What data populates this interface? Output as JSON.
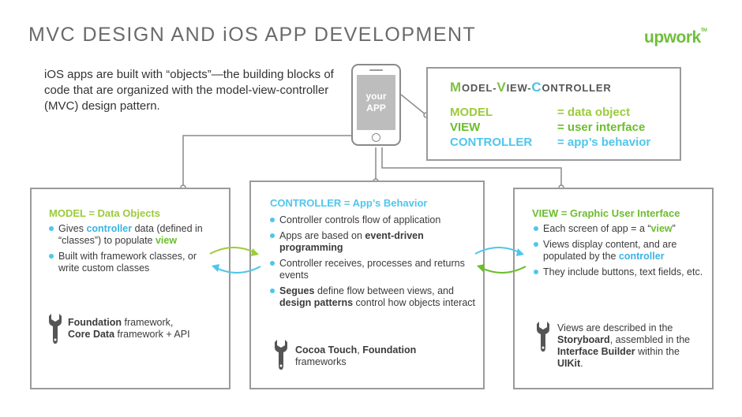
{
  "header": {
    "title": "MVC DESIGN AND iOS APP DEVELOPMENT",
    "logo": "upwork",
    "logo_tm": "TM"
  },
  "intro": "iOS apps are built with “objects”—the building blocks of code that are organized with the model-view-controller (MVC) design pattern.",
  "phone": {
    "line1": "your",
    "line2": "APP"
  },
  "mvc": {
    "title": {
      "m1": "M",
      "m2": "ODEL-",
      "v1": "V",
      "v2": "IEW-",
      "c1": "C",
      "c2": "ONTROLLER"
    },
    "rows": [
      {
        "key": "MODEL",
        "value": "= data object"
      },
      {
        "key": "VIEW",
        "value": "= user interface"
      },
      {
        "key": "CONTROLLER",
        "value": "= app’s behavior"
      }
    ]
  },
  "model_box": {
    "title": "MODEL = Data Objects",
    "b1": {
      "t1": "Gives ",
      "h1": "controller",
      "t2": " data (defined in “classes”) to populate ",
      "h2": "view"
    },
    "b2": "Built with framework classes, or write custom classes",
    "tool": {
      "b1": "Foundation",
      "t1": " framework,",
      "b2": "Core Data",
      "t2": " framework + API"
    }
  },
  "controller_box": {
    "title": "CONTROLLER = App’s Behavior",
    "b1": "Controller controls flow of application",
    "b2": {
      "t1": "Apps are based on ",
      "b1": "event-driven programming"
    },
    "b3": "Controller receives, processes and returns events",
    "b4": {
      "b1": "Segues",
      "t1": " define flow between views, and ",
      "b2": "design patterns",
      "t2": " control how objects interact"
    },
    "tool": {
      "b1": "Cocoa Touch",
      "t1": ", ",
      "b2": "Foundation",
      "t2": " frameworks"
    }
  },
  "view_box": {
    "title": "VIEW = Graphic User Interface",
    "b1": {
      "t1": "Each screen of app = a “",
      "h1": "view",
      "t2": "”"
    },
    "b2": {
      "t1": "Views display content, and are populated by the ",
      "h1": "controller"
    },
    "b3": "They include buttons, text fields, etc.",
    "tool": {
      "t1": "Views are described in the ",
      "b1": "Storyboard",
      "t2": ", assembled in the ",
      "b2": "Interface Builder",
      "t3": " within the ",
      "b3": "UIKit",
      "t4": "."
    }
  },
  "colors": {
    "green": "#7dc242",
    "blue": "#4fc6ec",
    "gray": "#9a9a9a"
  }
}
